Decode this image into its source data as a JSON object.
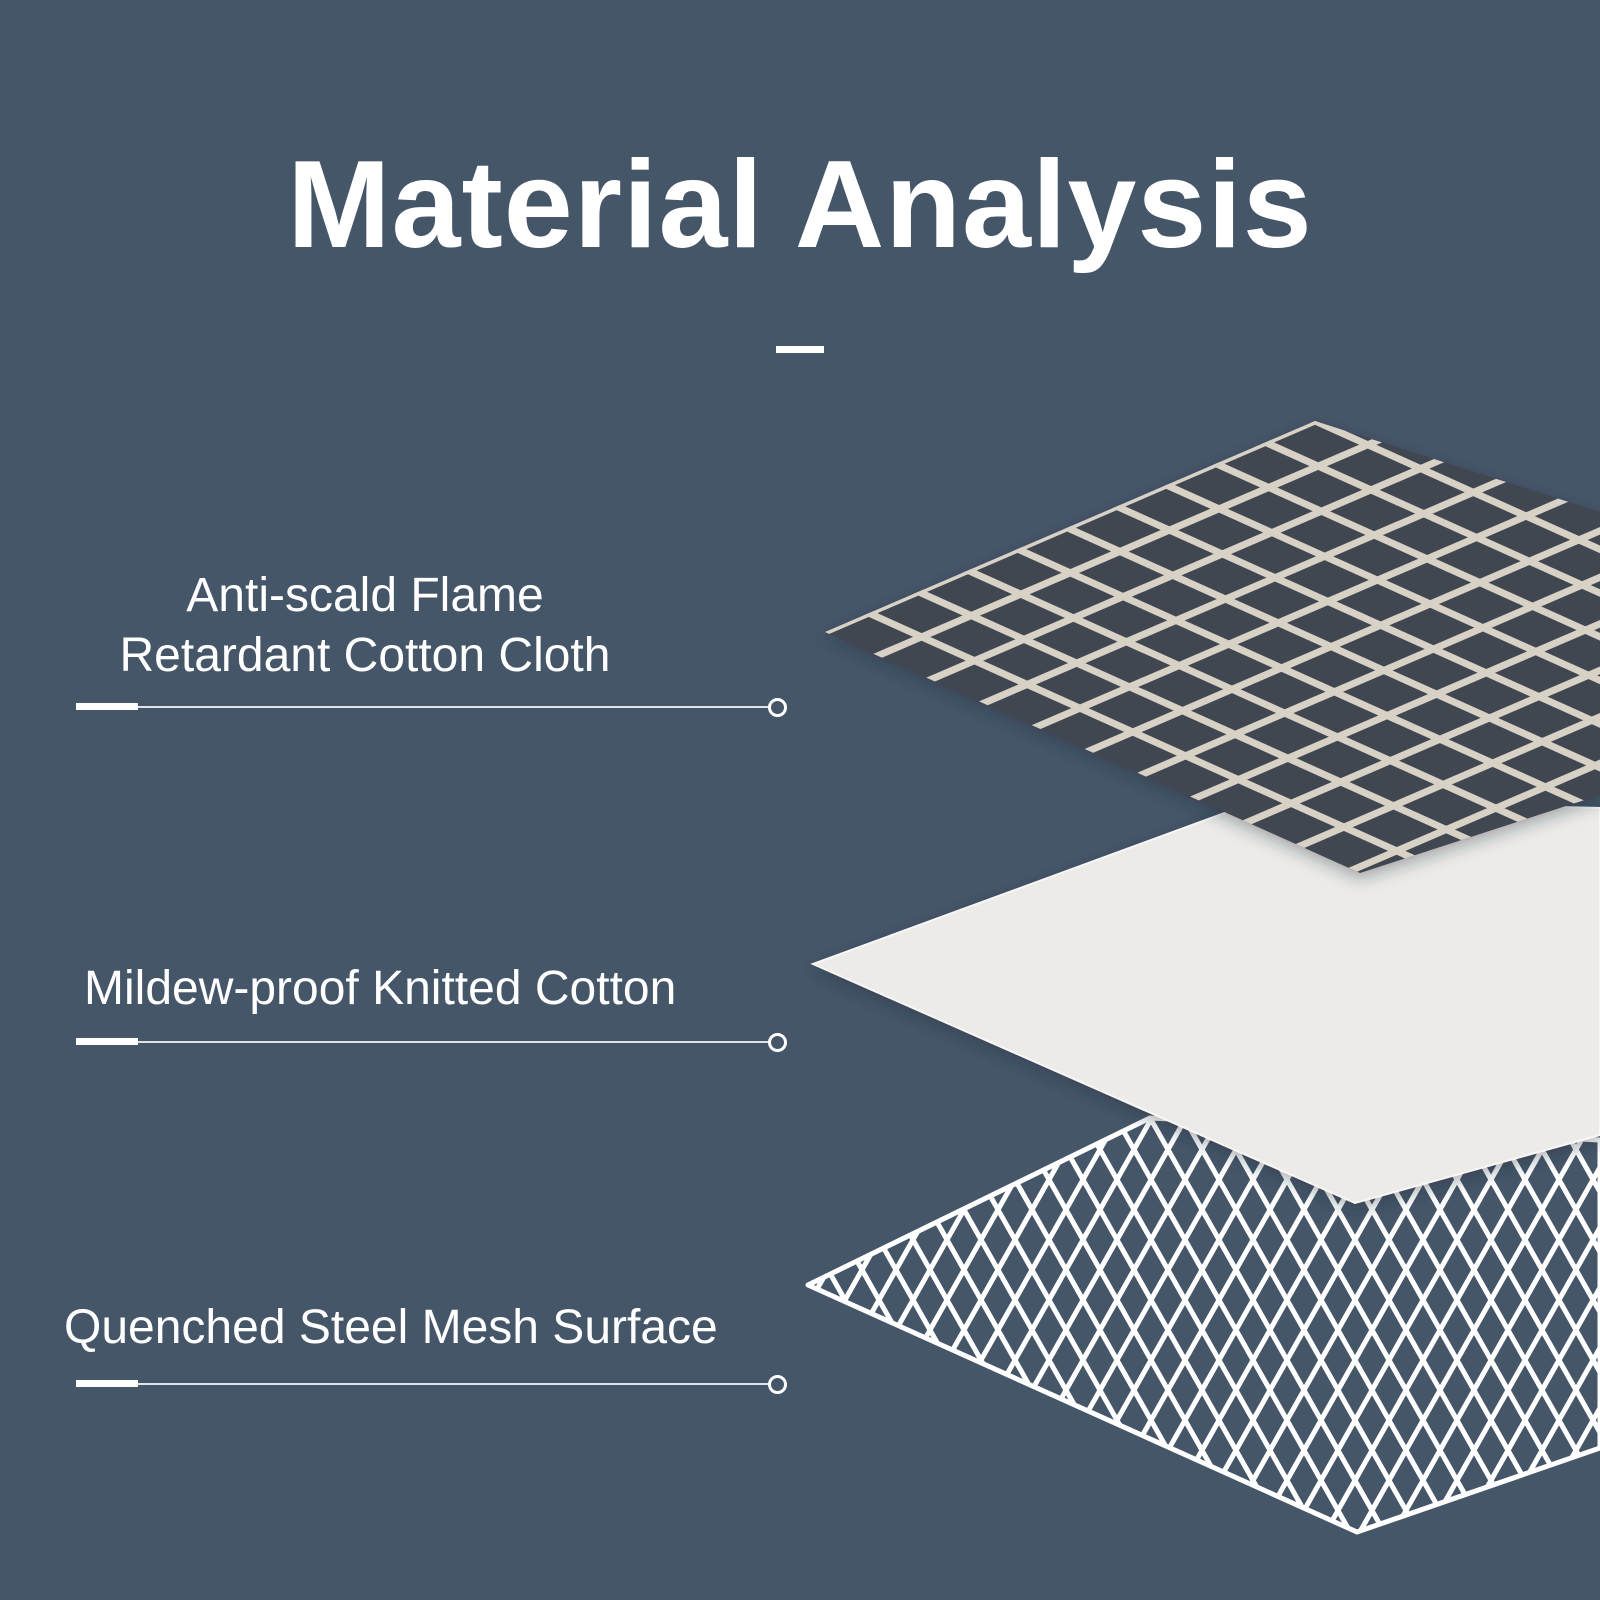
{
  "title": "Material Analysis",
  "layers": [
    {
      "label_line1": "Anti-scald Flame",
      "label_line2": "Retardant Cotton Cloth"
    },
    {
      "label": "Mildew-proof Knitted Cotton"
    },
    {
      "label": "Quenched Steel Mesh Surface"
    }
  ],
  "colors": {
    "background": "#465669",
    "text": "#ffffff",
    "top_layer": "#3e4650",
    "top_layer_grid": "#d6d0c6",
    "middle_layer": "#ececea",
    "mesh_wire": "#ffffff"
  }
}
